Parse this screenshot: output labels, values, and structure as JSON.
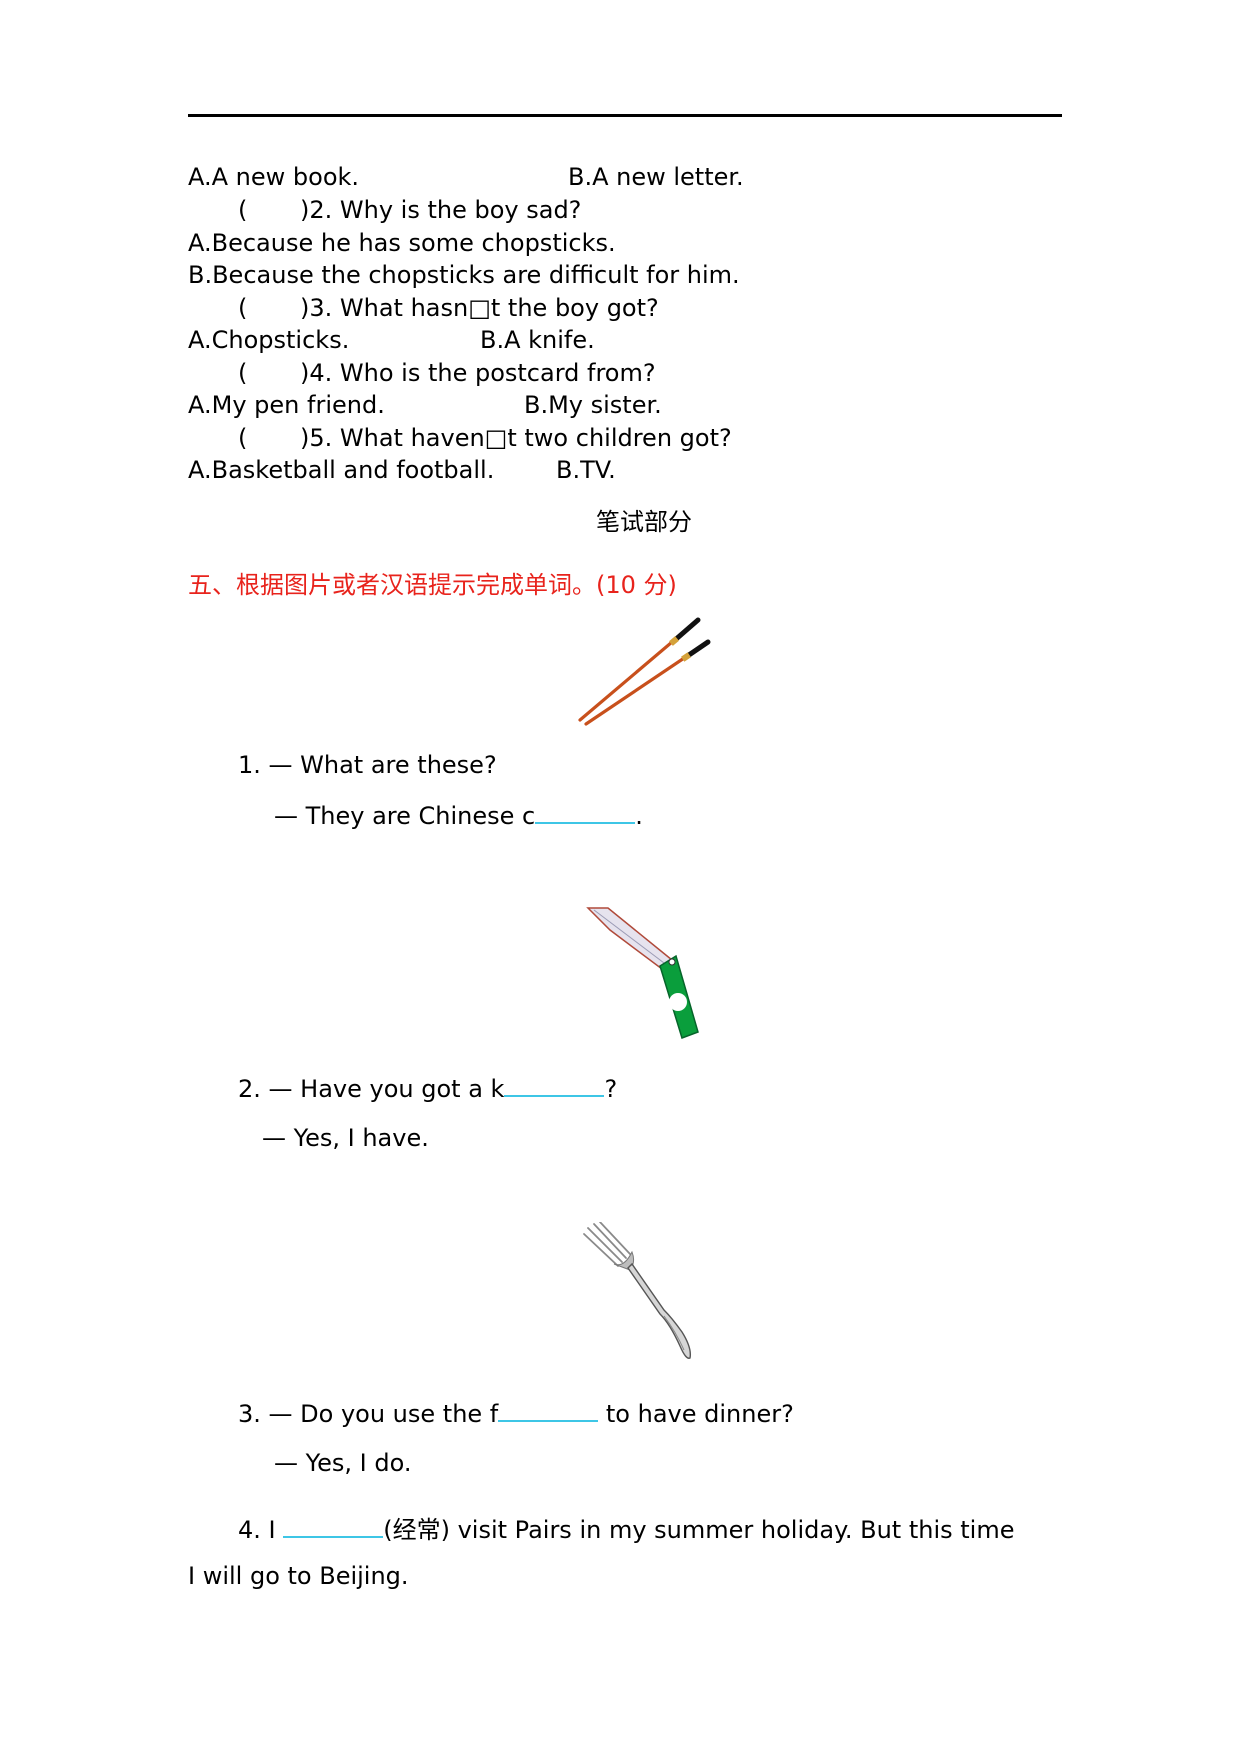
{
  "listening": {
    "q1_option_a": "A.A new book.",
    "q1_option_b": "B.A new letter.",
    "q2_paren": "(",
    "q2_text": ")2. Why is the boy sad?",
    "q2_option_a": "A.Because he has some chopsticks.",
    "q2_option_b": "B.Because the chopsticks are difficult for him.",
    "q3_paren": "(",
    "q3_text": ")3. What hasn□t the boy got?",
    "q3_option_a": "A.Chopsticks.",
    "q3_option_b": "B.A knife.",
    "q4_paren": "(",
    "q4_text": ")4. Who is the postcard from?",
    "q4_option_a": "A.My pen friend.",
    "q4_option_b": "B.My sister.",
    "q5_paren": "(",
    "q5_text": ")5. What haven□t two children got?",
    "q5_option_a": "A.Basketball and football.",
    "q5_option_b": "B.TV."
  },
  "written": {
    "heading": "笔试部分",
    "section_title": "五、根据图片或者汉语提示完成单词。(10 分)",
    "q1_line1": "1. — What are these?",
    "q1_line2_prefix": "— They are Chinese c",
    "q1_line2_suffix": ".",
    "q2_line1_prefix": "2. — Have you got a k",
    "q2_line1_suffix": "?",
    "q2_line2": "— Yes, I have.",
    "q3_line1_prefix": "3. — Do you use the f",
    "q3_line1_suffix": " to have dinner?",
    "q3_line2": "— Yes, I do.",
    "q4_line1_prefix": "4. I ",
    "q4_line1_suffix": "(经常) visit Pairs in my summer holiday. But this time",
    "q4_line2": "I will go to Beijing."
  },
  "icons": {
    "chopsticks": "chopsticks-illustration",
    "knife": "knife-illustration",
    "fork": "fork-illustration"
  },
  "colors": {
    "section_title": "#e8231c",
    "blank_underline": "#3ec6e6",
    "knife_handle": "#0a9e3c",
    "chopstick_body": "#c8501c"
  }
}
